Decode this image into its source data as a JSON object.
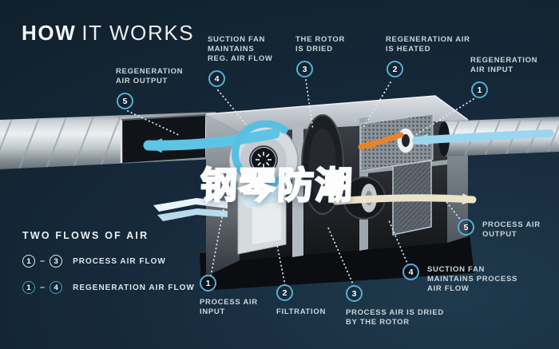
{
  "title": {
    "bold": "HOW",
    "light": "IT WORKS"
  },
  "watermark": {
    "text": "钢琴防潮"
  },
  "callouts": {
    "reg_output": {
      "num": "5",
      "text": "REGENERATION\nAIR OUTPUT"
    },
    "suction_reg": {
      "num": "4",
      "text": "SUCTION FAN\nMAINTAINS\nREG. AIR FLOW"
    },
    "rotor_dried": {
      "num": "3",
      "text": "THE ROTOR\nIS DRIED"
    },
    "reg_heated": {
      "num": "2",
      "text": "REGENERATION AIR\nIS HEATED"
    },
    "reg_input": {
      "num": "1",
      "text": "REGENERATION\nAIR INPUT"
    },
    "process_output": {
      "num": "5",
      "text": "PROCESS AIR\nOUTPUT"
    },
    "suction_process": {
      "num": "4",
      "text": "SUCTION FAN\nMAINTAINS PROCESS\nAIR FLOW"
    },
    "process_dried": {
      "num": "3",
      "text": "PROCESS AIR IS DRIED\nBY THE ROTOR"
    },
    "filtration": {
      "num": "2",
      "text": "FILTRATION"
    },
    "process_input": {
      "num": "1",
      "text": "PROCESS AIR\nINPUT"
    }
  },
  "legend": {
    "heading": "TWO FLOWS OF AIR",
    "rows": [
      {
        "from": "1",
        "sep": "–",
        "to": "3",
        "label": "PROCESS AIR FLOW"
      },
      {
        "from": "1",
        "sep": "–",
        "to": "4",
        "label": "REGENERATION AIR FLOW"
      }
    ]
  },
  "colors": {
    "background": "#16293a",
    "accent_cyan": "#5ec4e6",
    "circle_ring": "#58aed2",
    "heater_orange": "#e8832c",
    "watermark_blue": "#1d86e4",
    "process_output_cream": "#ebe3c9",
    "label_text": "#c9d5dc"
  }
}
